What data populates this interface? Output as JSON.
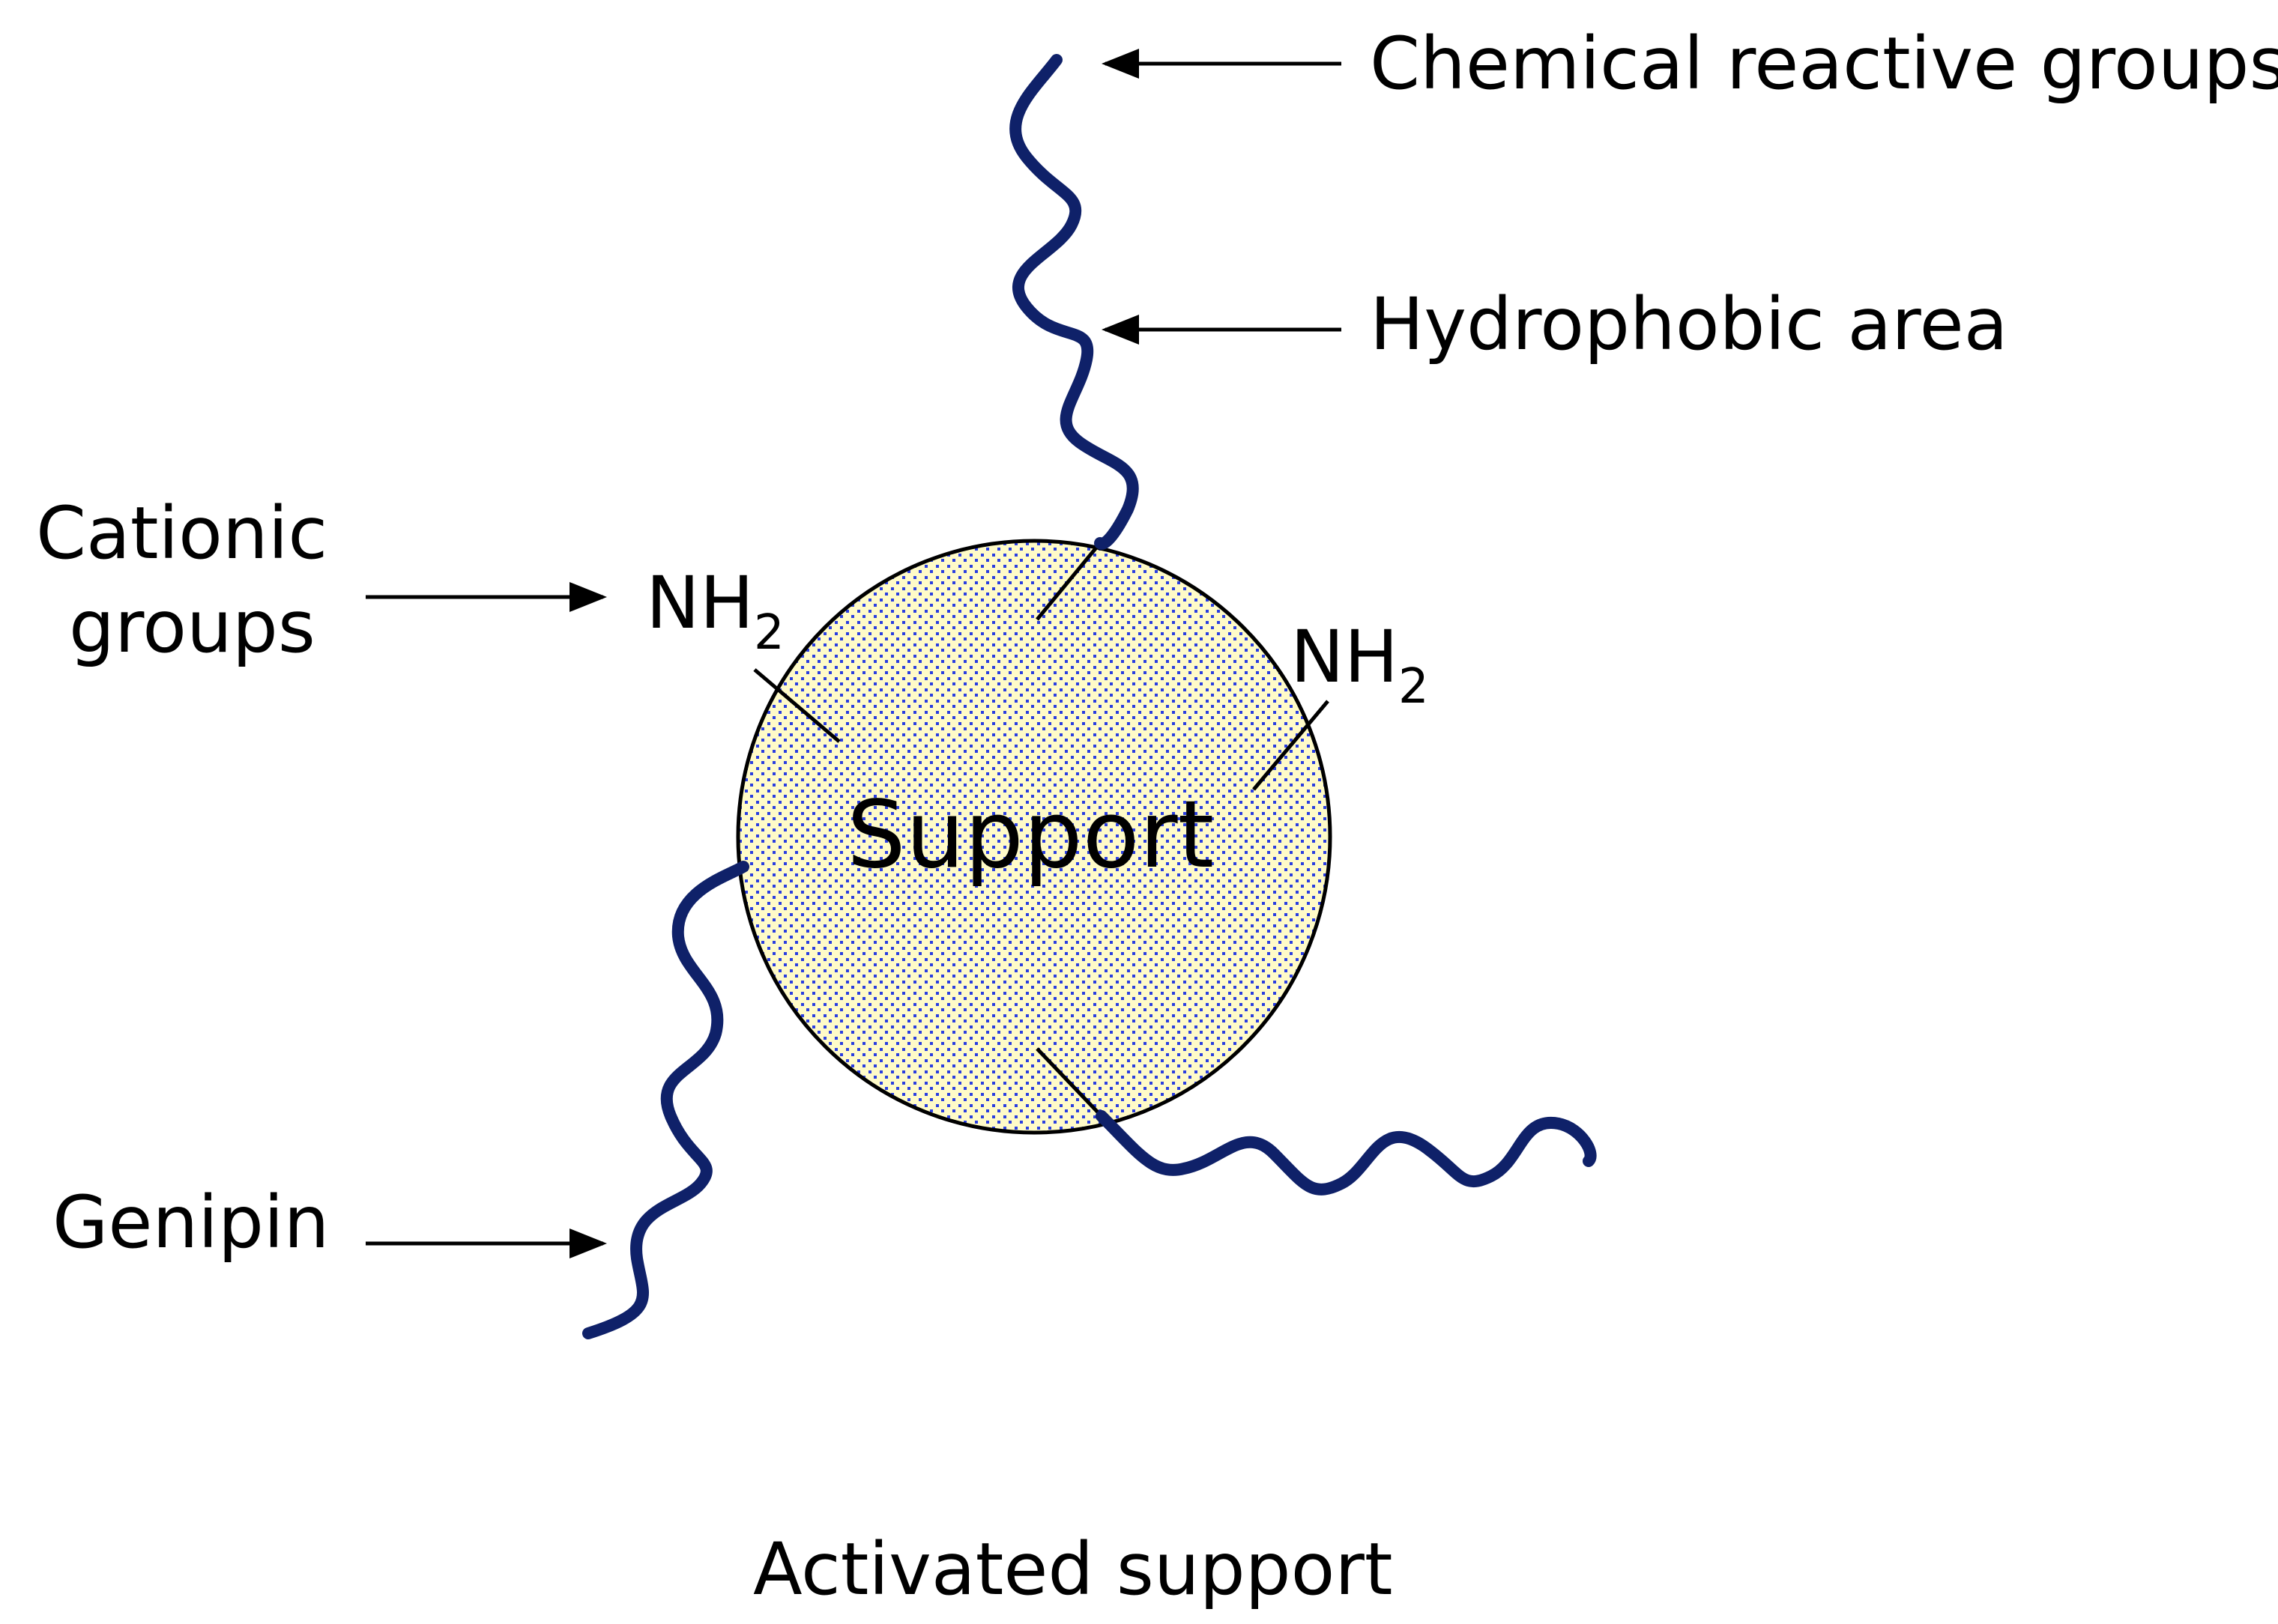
{
  "diagram": {
    "support_label": "Support",
    "caption": "Activated support",
    "labels": {
      "chemical_reactive_groups": "Chemical reactive groups",
      "hydrophobic_area": "Hydrophobic area",
      "cationic_groups_line1": "Cationic",
      "cationic_groups_line2": "groups",
      "genipin": "Genipin"
    },
    "amine_groups": [
      {
        "base": "NH",
        "subscript": "2"
      },
      {
        "base": "NH",
        "subscript": "2"
      }
    ],
    "colors": {
      "chain": "#0f2169",
      "support_fill": "#fffbc8",
      "support_dots": "#2a3ee0",
      "outline": "#000000"
    }
  }
}
